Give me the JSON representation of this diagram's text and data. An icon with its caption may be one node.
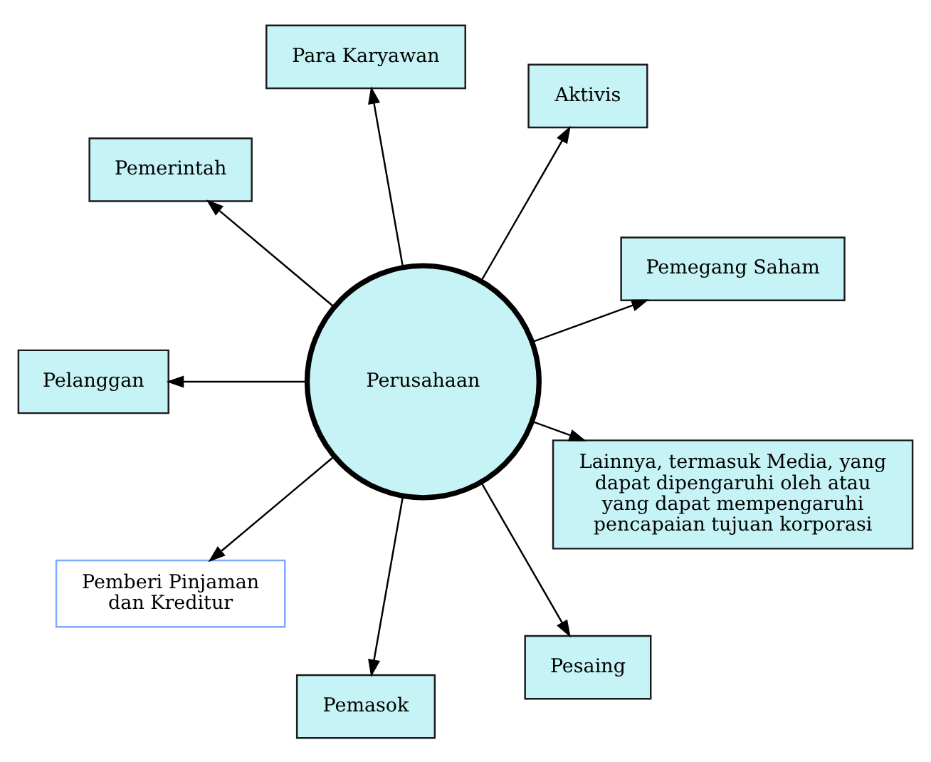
{
  "diagram": {
    "nodes": [
      {
        "text": [
          "Perusahaan"
        ]
      },
      {
        "text": [
          "Pemegang Saham"
        ]
      },
      {
        "text": [
          "Aktivis"
        ]
      },
      {
        "text": [
          "Para Karyawan"
        ]
      },
      {
        "text": [
          "Pemerintah"
        ]
      },
      {
        "text": [
          "Pelanggan"
        ]
      },
      {
        "text": [
          "Pemberi Pinjaman dan Kreditur"
        ]
      },
      {
        "text": [
          "Pemasok"
        ]
      },
      {
        "text": [
          "Pesaing"
        ]
      },
      {
        "text": [
          "Lainnya, termasuk Media, yang dapat dipengaruhi oleh atau yang dapat mempengaruhi pencapaian tujuan korporasi"
        ]
      }
    ],
    "edges": [
      {
        "from": 0,
        "to": 1,
        "arrow": "to"
      },
      {
        "from": 0,
        "to": 2,
        "arrow": "to"
      },
      {
        "from": 0,
        "to": 3,
        "arrow": "to"
      },
      {
        "from": 0,
        "to": 4,
        "arrow": "to"
      },
      {
        "from": 0,
        "to": 5,
        "arrow": "to"
      },
      {
        "from": 0,
        "to": 6,
        "arrow": "to"
      },
      {
        "from": 0,
        "to": 7,
        "arrow": "to"
      },
      {
        "from": 0,
        "to": 8,
        "arrow": "to"
      },
      {
        "from": 0,
        "to": 9,
        "arrow": "to"
      }
    ]
  }
}
